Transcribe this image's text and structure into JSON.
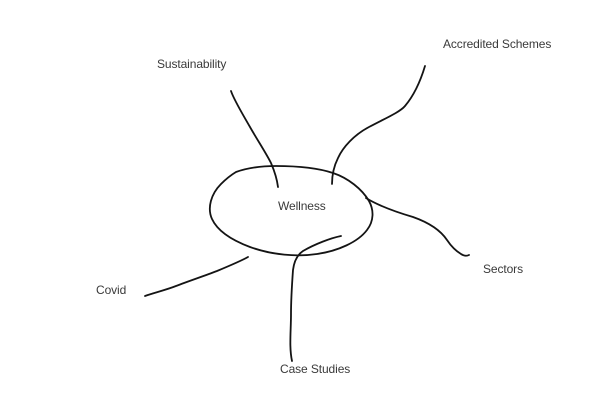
{
  "diagram": {
    "type": "mindmap",
    "center": {
      "label": "Wellness"
    },
    "branches": [
      {
        "id": "sustainability",
        "label": "Sustainability"
      },
      {
        "id": "accredited-schemes",
        "label": "Accredited Schemes"
      },
      {
        "id": "sectors",
        "label": "Sectors"
      },
      {
        "id": "case-studies",
        "label": "Case Studies"
      },
      {
        "id": "covid",
        "label": "Covid"
      }
    ],
    "colors": {
      "stroke": "#141414",
      "text": "#3a3a3a",
      "background": "#ffffff"
    }
  }
}
